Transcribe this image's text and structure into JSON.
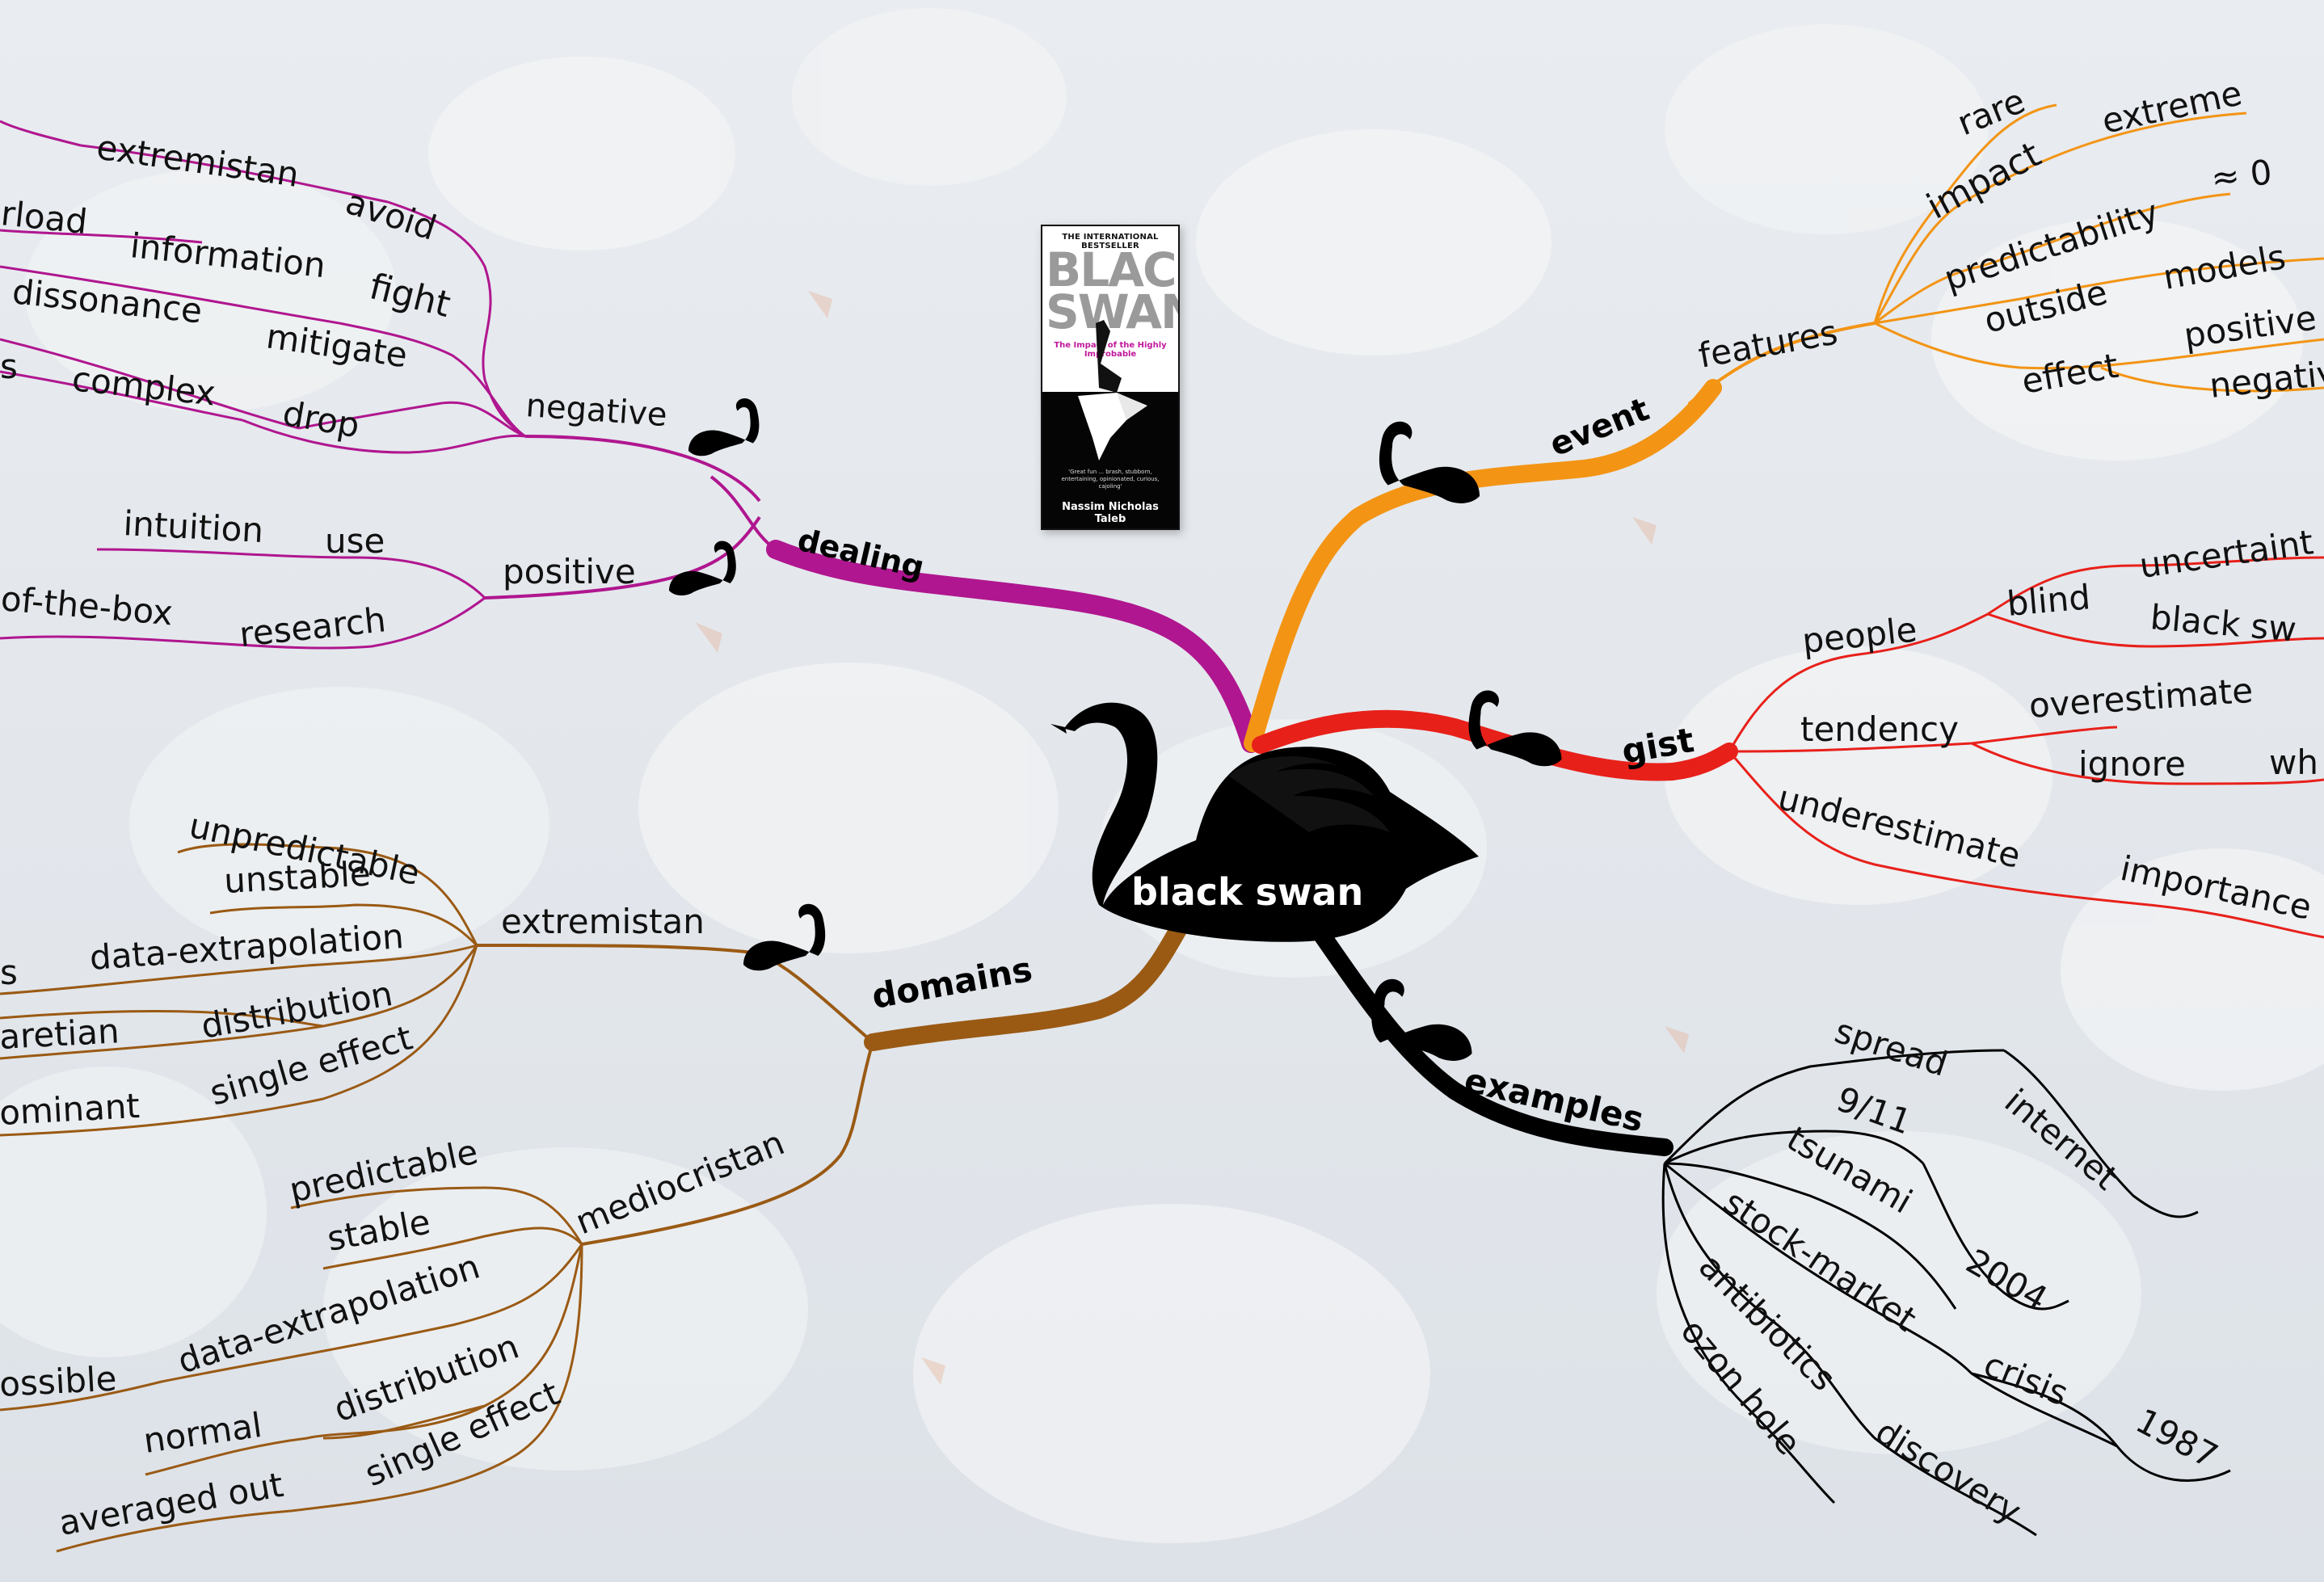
{
  "center": {
    "label": "black swan"
  },
  "colors": {
    "dealing": "#b0168f",
    "event": "#f39414",
    "gist": "#e8201a",
    "domains": "#9a5a14",
    "examples": "#000000"
  },
  "branches": {
    "dealing": {
      "label": "dealing",
      "negative": {
        "label": "negative",
        "items": [
          {
            "left": "extremistan",
            "right": "avoid"
          },
          {
            "left": "rload",
            "right": ""
          },
          {
            "left": "information",
            "right": "fight"
          },
          {
            "left": "dissonance",
            "right": "mitigate"
          },
          {
            "left": "s",
            "right": ""
          },
          {
            "left": "complex",
            "right": "drop"
          }
        ]
      },
      "positive": {
        "label": "positive",
        "items": [
          {
            "left": "intuition",
            "right": "use"
          },
          {
            "left": "of-the-box",
            "right": "research"
          }
        ]
      }
    },
    "event": {
      "label": "event",
      "features": {
        "label": "features",
        "items": [
          "rare",
          "impact",
          "extreme",
          "predictability",
          "≈ 0",
          "outside",
          "models",
          "effect",
          "positive",
          "negativ"
        ]
      }
    },
    "gist": {
      "label": "gist",
      "items": [
        "people",
        "blind",
        "uncertaint",
        "black sw",
        "tendency",
        "overestimate",
        "ignore",
        "wh",
        "underestimate",
        "importance"
      ]
    },
    "domains": {
      "label": "domains",
      "extremistan": {
        "label": "extremistan",
        "items": [
          "unpredictable",
          "unstable",
          "data-extrapolation",
          "distribution",
          "aretian",
          "single effect",
          "ominant",
          "s"
        ]
      },
      "mediocristan": {
        "label": "mediocristan",
        "items": [
          "predictable",
          "stable",
          "data-extrapolation",
          "ossible",
          "distribution",
          "normal",
          "single effect",
          "averaged out"
        ]
      }
    },
    "examples": {
      "label": "examples",
      "items": [
        "spread",
        "internet",
        "9/11",
        "tsunami",
        "2004",
        "stock-market",
        "crisis",
        "1987",
        "antibiotics",
        "discovery",
        "ozon hole"
      ]
    }
  },
  "book": {
    "tagline": "THE INTERNATIONAL BESTSELLER",
    "title_line1": "BLACK",
    "title_line2": "SWAN",
    "subtitle": "The Impact of the Highly Improbable",
    "blurb": "'Great fun ... brash, stubborn, entertaining, opinionated, curious, cajoling'",
    "author": "Nassim Nicholas Taleb"
  }
}
